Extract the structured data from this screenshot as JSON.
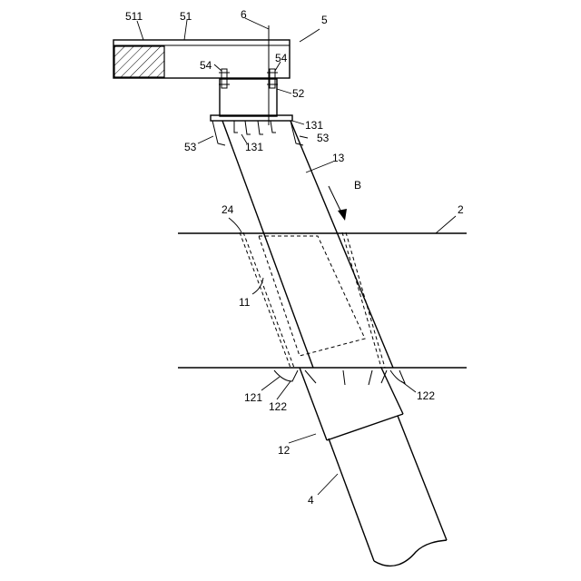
{
  "labels": {
    "l511": "511",
    "l51": "51",
    "l6": "6",
    "l5": "5",
    "l54a": "54",
    "l54b": "54",
    "l52": "52",
    "l131a": "131",
    "l131b": "131",
    "l53a": "53",
    "l53b": "53",
    "l13": "13",
    "lB": "B",
    "l24": "24",
    "l2": "2",
    "l11": "11",
    "l121": "121",
    "l122a": "122",
    "l122b": "122",
    "l12": "12",
    "l4": "4"
  }
}
